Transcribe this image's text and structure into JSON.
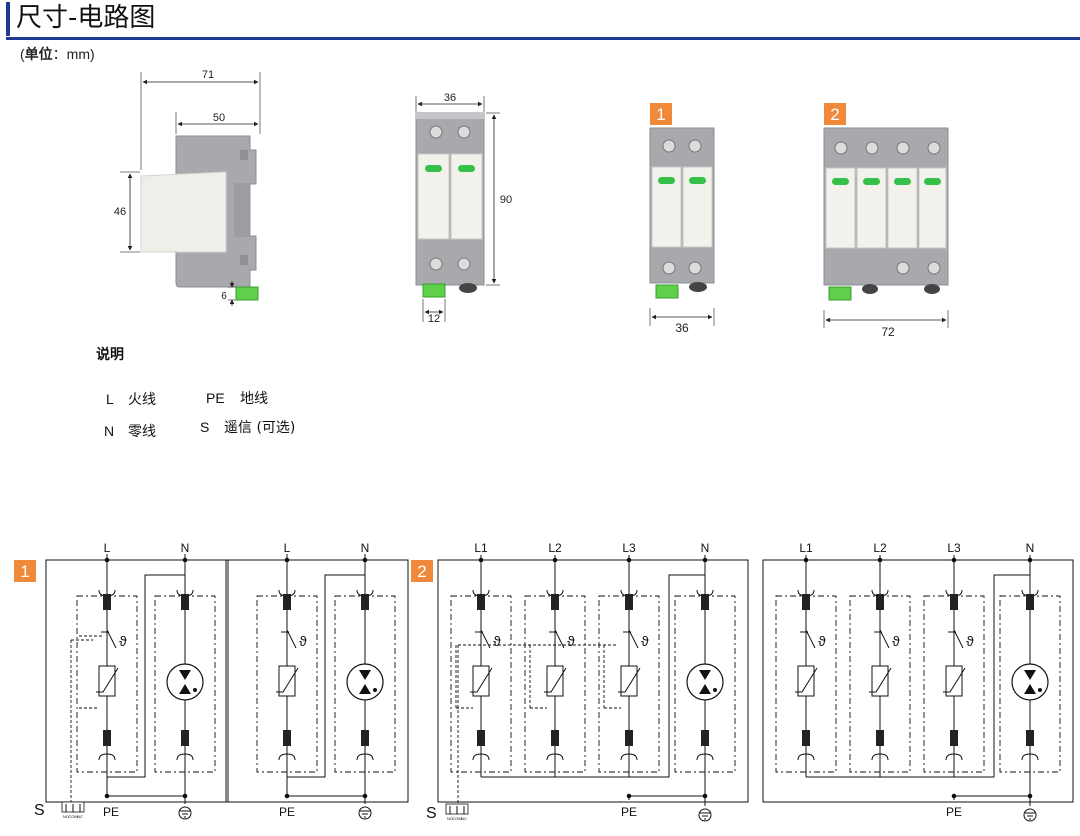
{
  "header": {
    "title": "尺寸-电路图",
    "unit_label": "单位",
    "unit_value": "mm"
  },
  "dimensions": {
    "side_view": {
      "overall_depth": "71",
      "rail_depth": "50",
      "front_height": "46",
      "terminal": "6"
    },
    "front_view": {
      "width": "36",
      "height": "90",
      "terminal_width": "12"
    },
    "variant_1": {
      "badge": "1",
      "width": "36"
    },
    "variant_2": {
      "badge": "2",
      "width": "72"
    }
  },
  "legend": {
    "heading": "说明",
    "items": [
      {
        "code": "L",
        "text": "火线"
      },
      {
        "code": "PE",
        "text": "地线"
      },
      {
        "code": "N",
        "text": "零线"
      },
      {
        "code": "S",
        "text": "遥信 (可选)"
      }
    ]
  },
  "circuits": {
    "badge_1": "1",
    "badge_2": "2",
    "single_phase": {
      "line": "L",
      "neutral": "N"
    },
    "three_phase": {
      "lines": [
        "L1",
        "L2",
        "L3"
      ],
      "neutral": "N"
    },
    "pe_label": "PE",
    "signal_label": "S",
    "thermal_symbol": "ϑ",
    "contact_labels": [
      "NO",
      "COM",
      "NC"
    ]
  },
  "colors": {
    "title_rule": "#1f3a93",
    "badge": "#f08a3a",
    "indicator": "#35c04a",
    "terminal": "#5fd04a",
    "housing": "#a7a9ad",
    "module_face": "#f2f1ec"
  }
}
